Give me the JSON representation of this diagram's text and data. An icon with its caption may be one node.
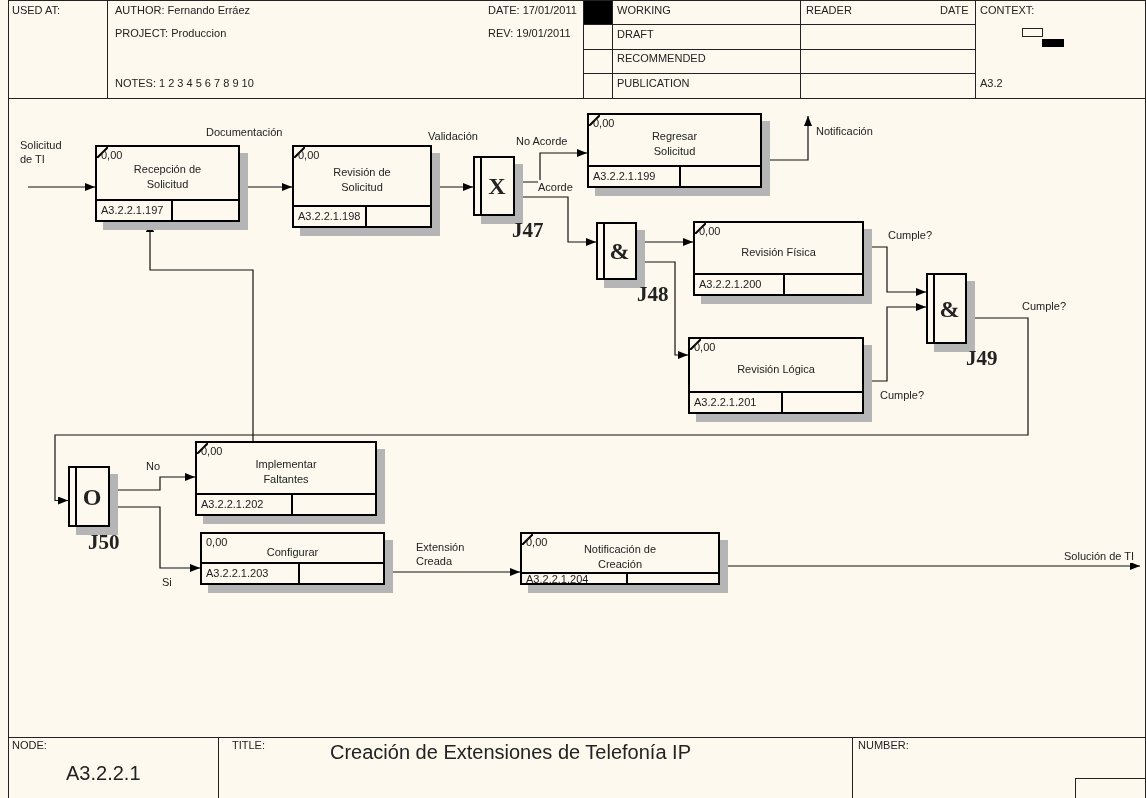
{
  "diagram": {
    "title": "Creación de Extensiones de Telefonía IP",
    "nodes": [
      {
        "text": [
          "0,00",
          "Recepción de Solicitud",
          "A3.2.2.1.197"
        ]
      },
      {
        "text": [
          "0,00",
          "Revisión de Solicitud",
          "A3.2.2.1.198"
        ]
      },
      {
        "text": [
          "X"
        ],
        "beside": [
          "J47"
        ]
      },
      {
        "text": [
          "0,00",
          "Regresar Solicitud",
          "A3.2.2.1.199"
        ]
      },
      {
        "text": [
          "&"
        ],
        "beside": [
          "J48"
        ]
      },
      {
        "text": [
          "0,00",
          "Revisión Física",
          "A3.2.2.1.200"
        ]
      },
      {
        "text": [
          "&"
        ],
        "beside": [
          "J49"
        ]
      },
      {
        "text": [
          "0,00",
          "Revisión Lógica",
          "A3.2.2.1.201"
        ]
      },
      {
        "text": [
          "O"
        ],
        "beside": [
          "J50"
        ]
      },
      {
        "text": [
          "0,00",
          "Implementar Faltantes",
          "A3.2.2.1.202"
        ]
      },
      {
        "text": [
          "0,00",
          "Configurar",
          "A3.2.2.1.203"
        ]
      },
      {
        "text": [
          "0,00",
          "Notificación de Creación",
          "A3.2.2.1.204"
        ]
      }
    ],
    "edges": [
      {
        "from": null,
        "to": 0,
        "arrow": "to",
        "label": "Solicitud de TI"
      },
      {
        "from": 0,
        "to": 1,
        "arrow": "to",
        "label": "Documentación"
      },
      {
        "from": 1,
        "to": 2,
        "arrow": "to",
        "label": "Validación"
      },
      {
        "from": 2,
        "to": 3,
        "arrow": "to",
        "label": "No Acorde"
      },
      {
        "from": 2,
        "to": 4,
        "arrow": "to",
        "label": "Acorde"
      },
      {
        "from": 3,
        "to": null,
        "arrow": "to",
        "label": "Notificación"
      },
      {
        "from": 4,
        "to": 5,
        "arrow": "to"
      },
      {
        "from": 4,
        "to": 7,
        "arrow": "to"
      },
      {
        "from": 5,
        "to": 6,
        "arrow": "to",
        "label": "Cumple?"
      },
      {
        "from": 7,
        "to": 6,
        "arrow": "to",
        "label": "Cumple?"
      },
      {
        "from": 6,
        "to": 8,
        "arrow": "to",
        "label": "Cumple?"
      },
      {
        "from": 8,
        "to": 9,
        "arrow": "to",
        "label": "No"
      },
      {
        "from": 8,
        "to": 10,
        "arrow": "to",
        "label": "Si"
      },
      {
        "from": 9,
        "to": 0,
        "arrow": "to"
      },
      {
        "from": 10,
        "to": 11,
        "arrow": "to",
        "label": "Extensión Creada"
      },
      {
        "from": 11,
        "to": null,
        "arrow": "to",
        "label": "Solución de TI"
      }
    ],
    "labels": [
      "USED AT:",
      "AUTHOR: Fernando Erráez",
      "DATE: 17/01/2011",
      "WORKING",
      "READER",
      "DATE",
      "CONTEXT:",
      "PROJECT: Produccion",
      "REV: 19/01/2011",
      "DRAFT",
      "RECOMMENDED",
      "NOTES: 1 2 3 4 5 6 7 8 9 10",
      "PUBLICATION",
      "A3.2",
      "NODE:",
      "A3.2.2.1",
      "TITLE:",
      "NUMBER:"
    ]
  }
}
